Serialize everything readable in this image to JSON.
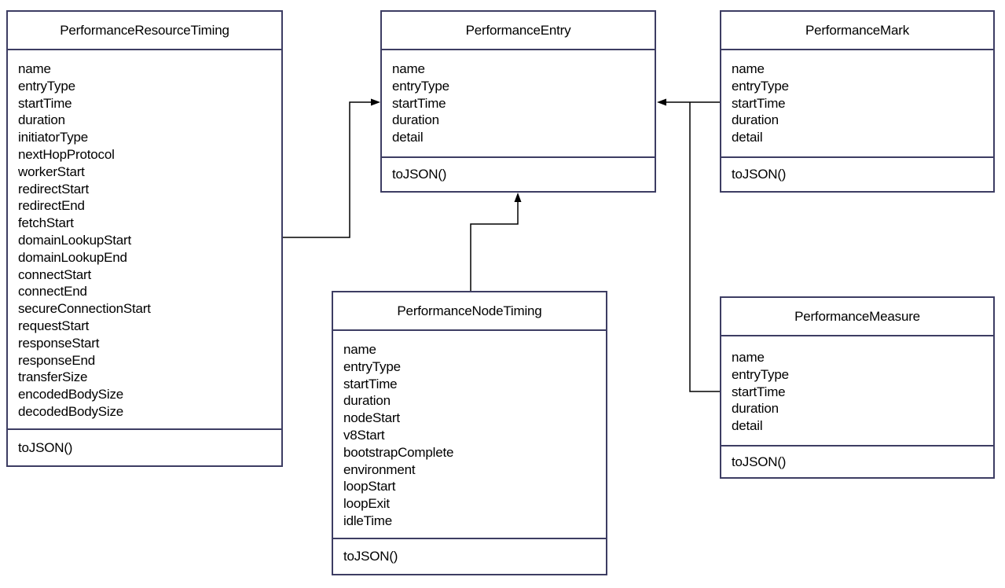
{
  "classes": [
    {
      "title": "PerformanceResourceTiming",
      "attributes": [
        "name",
        "entryType",
        "startTime",
        "duration",
        "initiatorType",
        "nextHopProtocol",
        "workerStart",
        "redirectStart",
        "redirectEnd",
        "fetchStart",
        "domainLookupStart",
        "domainLookupEnd",
        "connectStart",
        "connectEnd",
        "secureConnectionStart",
        "requestStart",
        "responseStart",
        "responseEnd",
        "transferSize",
        "encodedBodySize",
        "decodedBodySize"
      ],
      "methods": [
        "toJSON()"
      ]
    },
    {
      "title": "PerformanceEntry",
      "attributes": [
        "name",
        "entryType",
        "startTime",
        "duration",
        "detail"
      ],
      "methods": [
        "toJSON()"
      ]
    },
    {
      "title": "PerformanceMark",
      "attributes": [
        "name",
        "entryType",
        "startTime",
        "duration",
        "detail"
      ],
      "methods": [
        "toJSON()"
      ]
    },
    {
      "title": "PerformanceNodeTiming",
      "attributes": [
        "name",
        "entryType",
        "startTime",
        "duration",
        "nodeStart",
        "v8Start",
        "bootstrapComplete",
        "environment",
        "loopStart",
        "loopExit",
        "idleTime"
      ],
      "methods": [
        "toJSON()"
      ]
    },
    {
      "title": "PerformanceMeasure",
      "attributes": [
        "name",
        "entryType",
        "startTime",
        "duration",
        "detail"
      ],
      "methods": [
        "toJSON()"
      ]
    }
  ],
  "relations": [
    {
      "from": "PerformanceResourceTiming",
      "to": "PerformanceEntry"
    },
    {
      "from": "PerformanceMark",
      "to": "PerformanceEntry"
    },
    {
      "from": "PerformanceMeasure",
      "to": "PerformanceEntry"
    },
    {
      "from": "PerformanceNodeTiming",
      "to": "PerformanceEntry"
    }
  ],
  "colors": {
    "border": "#3d3d63",
    "connector": "#000000",
    "text": "#000000",
    "background": "#ffffff"
  }
}
